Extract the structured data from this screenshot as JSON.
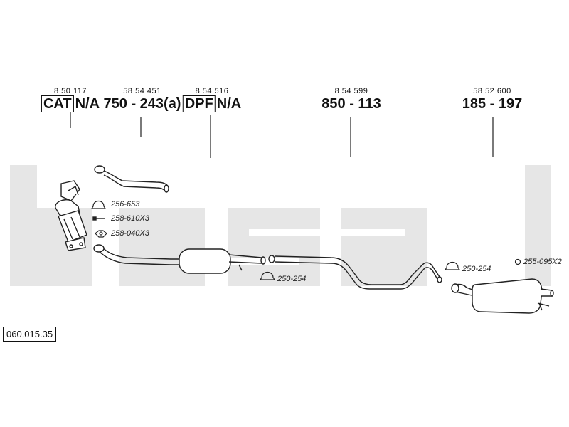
{
  "parts": [
    {
      "num": "8 50 117",
      "tag": "CAT",
      "rest": "N/A"
    },
    {
      "num": "58 54 451",
      "tag": "",
      "rest": "750 - 243(a)"
    },
    {
      "num": "8 54 516",
      "tag": "DPF",
      "rest": "N/A"
    },
    {
      "num": "8 54 599",
      "tag": "",
      "rest": "850 - 113"
    },
    {
      "num": "58 52 600",
      "tag": "",
      "rest": "185 - 197"
    }
  ],
  "hardware": {
    "h1": "256-653",
    "h2": "258-610X3",
    "h3": "258-040X3",
    "h4": "250-254",
    "h5": "250-254",
    "h6": "255-095X2"
  },
  "reference": "060.015.35",
  "watermark": "bosal",
  "colors": {
    "line": "#222222",
    "watermark": "#e6e6e6"
  }
}
